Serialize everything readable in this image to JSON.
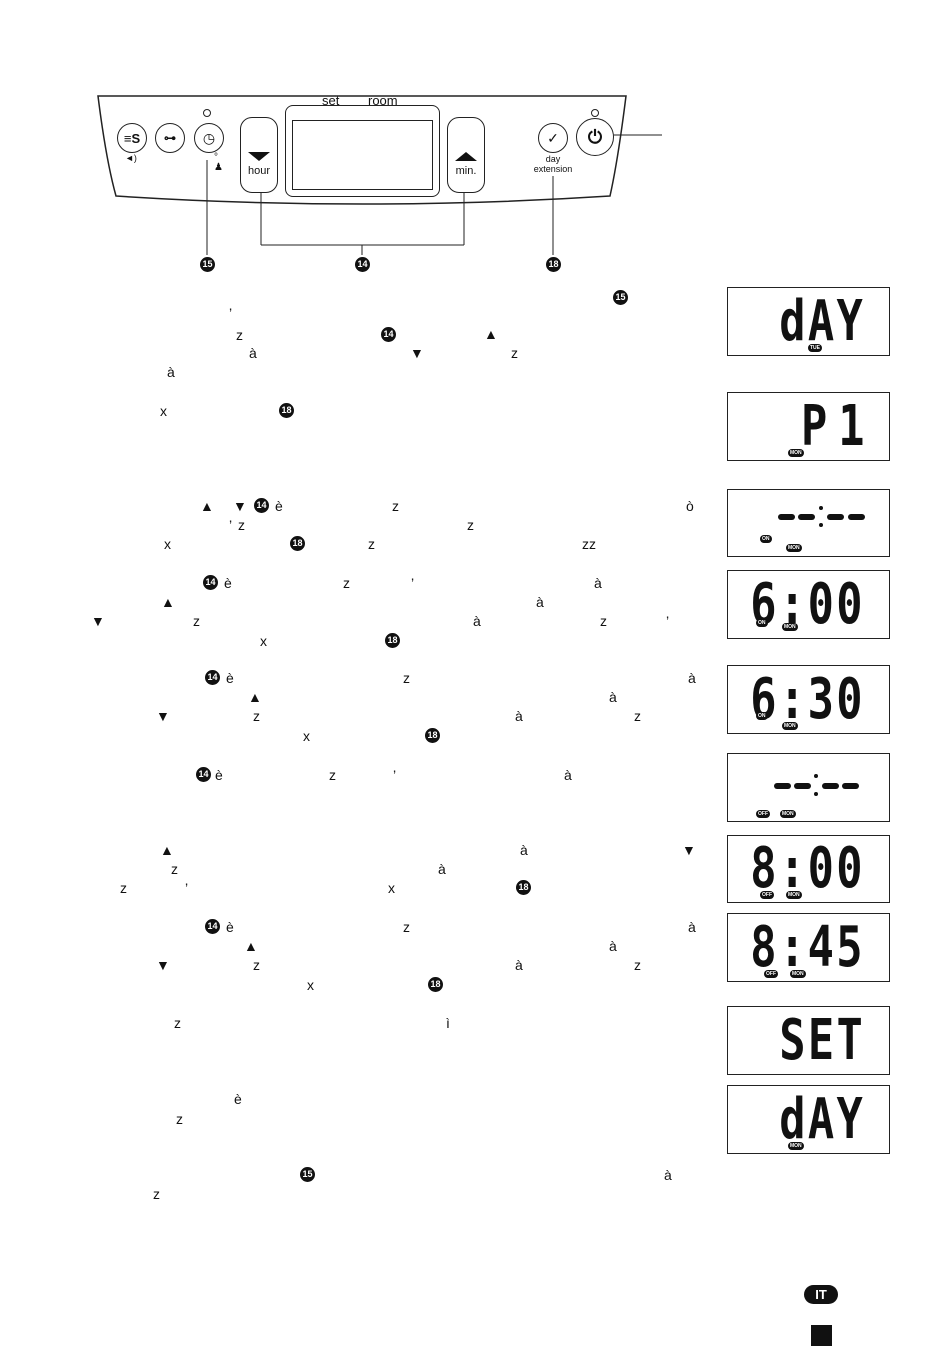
{
  "panel": {
    "label_set": "set",
    "label_room": "room",
    "btn_hour": "hour",
    "btn_min": "min.",
    "label_day": "day",
    "label_extension": "extension",
    "callout_15": "15",
    "callout_14": "14",
    "callout_18": "18"
  },
  "text": {
    "p1": [
      "15",
      "’",
      "z",
      "14",
      "▲",
      "à",
      "▼",
      "z",
      "à"
    ],
    "p2": [
      "x",
      "18"
    ],
    "p3": [
      "▲",
      "▼",
      "14",
      "è",
      "z",
      "ò",
      "’",
      "z",
      "z",
      "x",
      "18",
      "z",
      "zz"
    ],
    "p4": [
      "14",
      "è",
      "z",
      "’",
      "à",
      "▲",
      "à",
      "▼",
      "z",
      "à",
      "z",
      "’",
      "x",
      "18"
    ],
    "p5": [
      "14",
      "è",
      "z",
      "à",
      "▲",
      "à",
      "▼",
      "z",
      "à",
      "z",
      "x",
      "18"
    ],
    "p6": [
      "14",
      "è",
      "z",
      "’",
      "à"
    ],
    "p7": [
      "▲",
      "à",
      "▼",
      "z",
      "à",
      "z",
      "’",
      "x",
      "18"
    ],
    "p8": [
      "14",
      "è",
      "z",
      "à",
      "▲",
      "à",
      "▼",
      "z",
      "à",
      "z",
      "x",
      "18"
    ],
    "p9": [
      "z",
      "ì"
    ],
    "p10": [
      "è",
      "z"
    ],
    "p11": [
      "15",
      "à",
      "z"
    ]
  },
  "displays": [
    {
      "segment": "dAY",
      "day": "TUE"
    },
    {
      "segment": "P1",
      "day": "MON"
    },
    {
      "segment": "--:--",
      "mode": "ON",
      "day": "MON"
    },
    {
      "segment": "6:00",
      "mode": "ON",
      "day": "MON"
    },
    {
      "segment": "6:30",
      "mode": "ON",
      "day": "MON"
    },
    {
      "segment": "--:--",
      "mode": "OFF",
      "day": "MON"
    },
    {
      "segment": "8:00",
      "mode": "OFF",
      "day": "MON"
    },
    {
      "segment": "8:45",
      "mode": "OFF",
      "day": "MON"
    },
    {
      "segment": "SET"
    },
    {
      "segment": "dAY",
      "day": "MON"
    }
  ],
  "footer": {
    "language_badge": "IT"
  }
}
